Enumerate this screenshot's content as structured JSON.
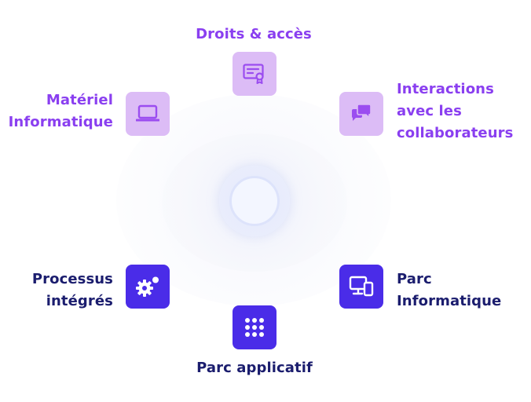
{
  "nodes": {
    "droits": {
      "label": "Droits & accès",
      "icon": "certificate-icon"
    },
    "materiel": {
      "lines": [
        "Matériel",
        "Informatique"
      ],
      "icon": "laptop-icon"
    },
    "interactions": {
      "lines": [
        "Interactions",
        "avec les",
        "collaborateurs"
      ],
      "icon": "chat-bubbles-icon"
    },
    "processus": {
      "lines": [
        "Processus",
        "intégrés"
      ],
      "icon": "gear-icon"
    },
    "parc_info": {
      "lines": [
        "Parc",
        "Informatique"
      ],
      "icon": "devices-icon"
    },
    "parc_app": {
      "label": "Parc applicatif",
      "icon": "app-grid-icon"
    }
  },
  "colors": {
    "violet_text": "#8a3ff0",
    "navy_text": "#1b1d6e",
    "light_tile": "#dcbcf6",
    "dark_tile": "#4a2ce8",
    "light_icon": "#9b4df0"
  }
}
